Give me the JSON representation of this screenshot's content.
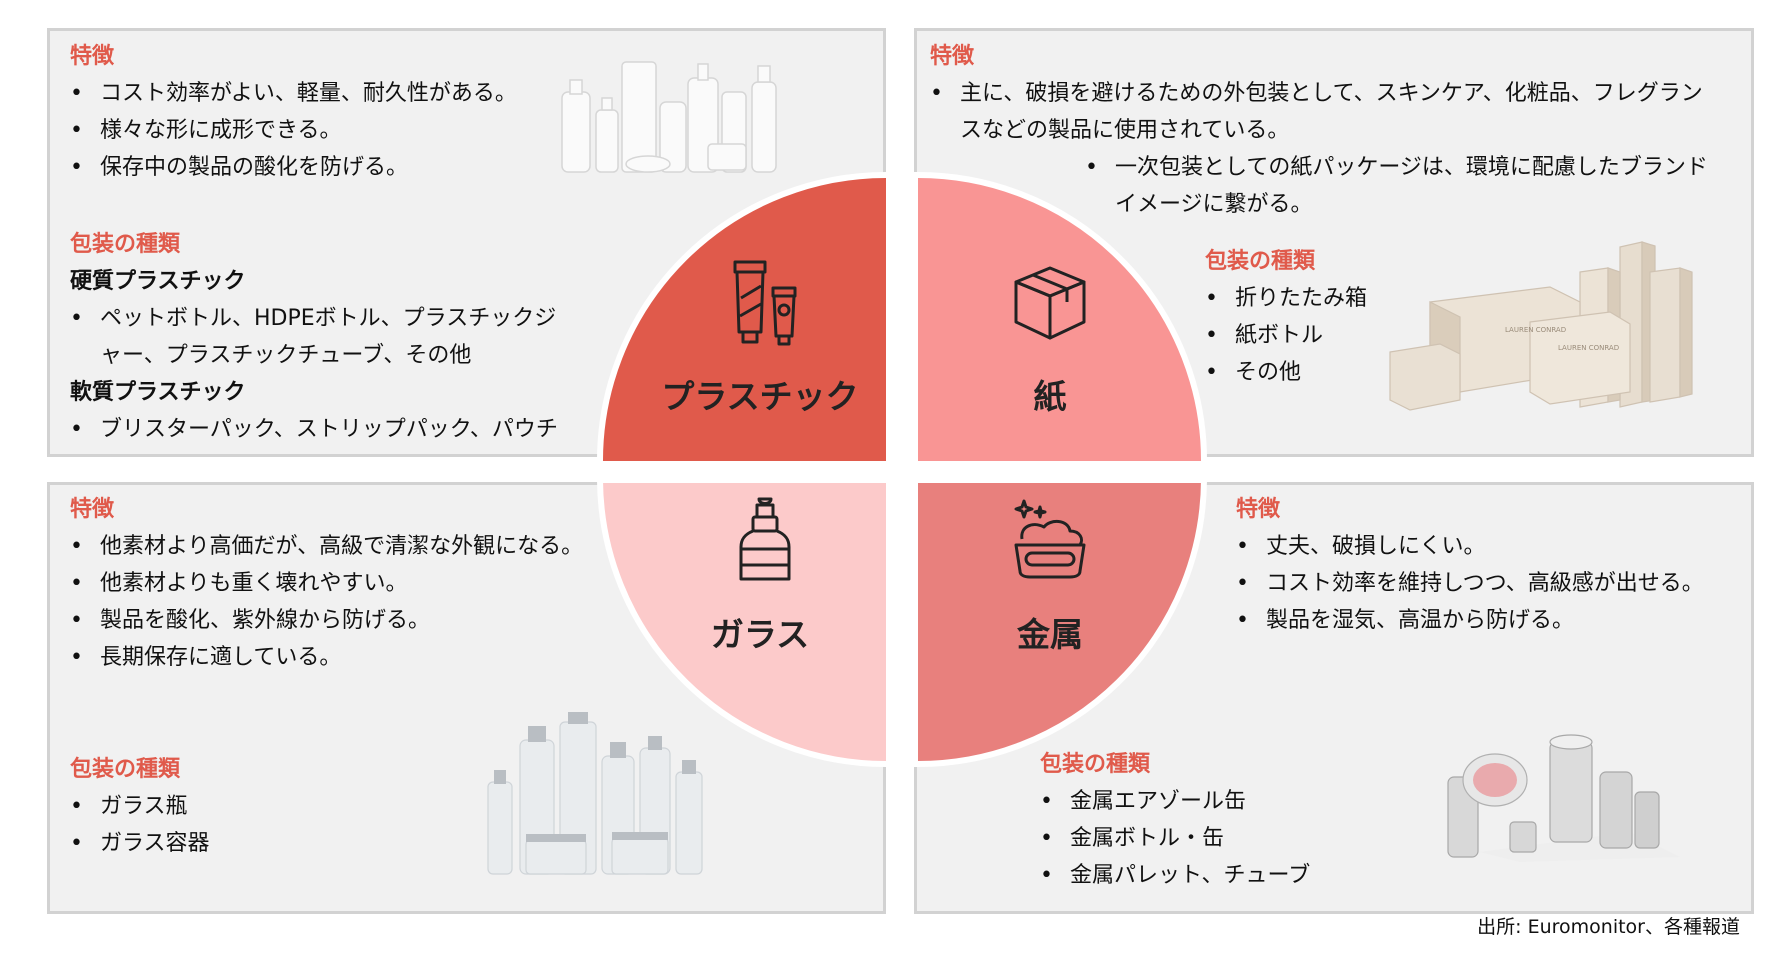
{
  "plastic": {
    "label": "プラスチック",
    "features_heading": "特徴",
    "features": [
      "コスト効率がよい、軽量、耐久性がある。",
      "様々な形に成形できる。",
      "保存中の製品の酸化を防げる。"
    ],
    "types_heading": "包装の種類",
    "rigid_heading": "硬質プラスチック",
    "rigid_items": [
      "ペットボトル、HDPEボトル、プラスチックジャー、プラスチックチューブ、その他"
    ],
    "soft_heading": "軟質プラスチック",
    "soft_items": [
      "ブリスターパック、ストリップパック、パウチ"
    ],
    "icon": "tube-icon",
    "color": "#e05a4b"
  },
  "paper": {
    "label": "紙",
    "features_heading": "特徴",
    "features": [
      "主に、破損を避けるための外包装として、スキンケア、化粧品、フレグランスなどの製品に使用されている。"
    ],
    "sub_features": [
      "一次包装としての紙パッケージは、環境に配慮したブランドイメージに繋がる。"
    ],
    "types_heading": "包装の種類",
    "types": [
      "折りたたみ箱",
      "紙ボトル",
      "その他"
    ],
    "icon": "box-icon",
    "color": "#f99594",
    "box_brand": "LAUREN CONRAD"
  },
  "glass": {
    "label": "ガラス",
    "features_heading": "特徴",
    "features": [
      "他素材より高価だが、高級で清潔な外観になる。",
      "他素材よりも重く壊れやすい。",
      "製品を酸化、紫外線から防げる。",
      "長期保存に適している。"
    ],
    "types_heading": "包装の種類",
    "types": [
      "ガラス瓶",
      "ガラス容器"
    ],
    "icon": "dropper-bottle-icon",
    "color": "#fccaca"
  },
  "metal": {
    "label": "金属",
    "features_heading": "特徴",
    "features": [
      "丈夫、破損しにくい。",
      "コスト効率を維持しつつ、高級感が出せる。",
      "製品を湿気、高温から防げる。"
    ],
    "types_heading": "包装の種類",
    "types": [
      "金属エアゾール缶",
      "金属ボトル・缶",
      "金属パレット、チューブ"
    ],
    "icon": "cream-jar-icon",
    "color": "#e8807d"
  },
  "source": "出所: Euromonitor、各種報道"
}
